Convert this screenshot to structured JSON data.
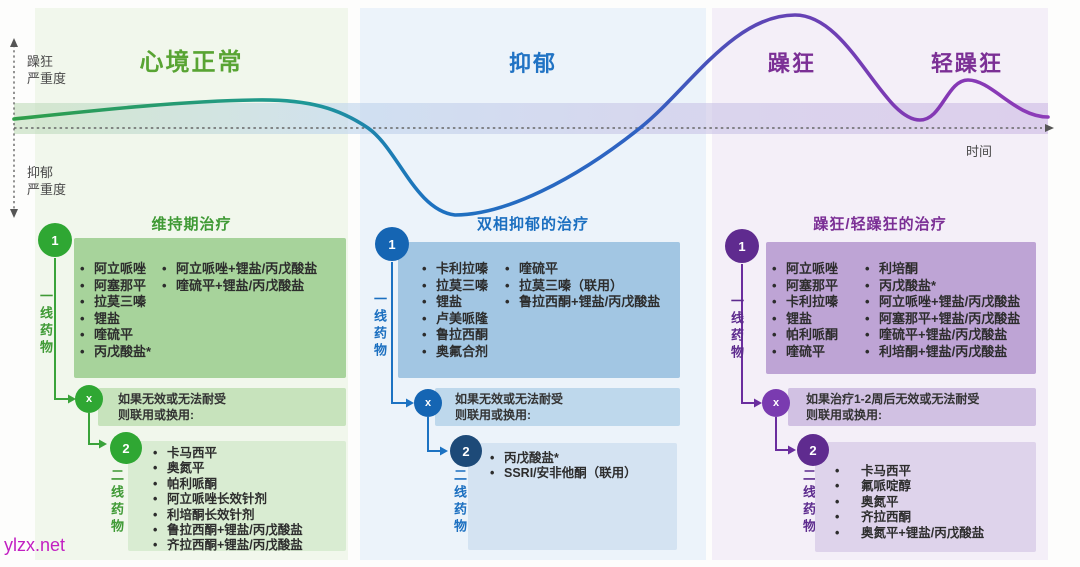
{
  "axis": {
    "y_top_label": [
      "躁狂",
      "严重度"
    ],
    "y_bottom_label": [
      "抑郁",
      "严重度"
    ],
    "x_label": "时间"
  },
  "phases": [
    {
      "label": "心境正常",
      "color": "#58a433"
    },
    {
      "label": "抑郁",
      "color": "#2173c4"
    },
    {
      "label": "躁狂",
      "color": "#7b2f95"
    },
    {
      "label": "轻躁狂",
      "color": "#7b2f95"
    }
  ],
  "columns": [
    {
      "section_title": "维持期治疗",
      "badge_first": "1",
      "badge_switch": "x",
      "badge_second": "2",
      "first_line_label": "一线药物",
      "second_line_label": "二线药物",
      "first_line_col1": [
        "阿立哌唑",
        "阿塞那平",
        "拉莫三嗪",
        "锂盐",
        "喹硫平",
        "丙戊酸盐*"
      ],
      "first_line_col2": [
        "阿立哌唑+锂盐/丙戊酸盐",
        "喹硫平+锂盐/丙戊酸盐"
      ],
      "switch_note": [
        "如果无效或无法耐受",
        "则联用或换用:"
      ],
      "second_line": [
        "卡马西平",
        "奥氮平",
        "帕利哌酮",
        "阿立哌唑长效针剂",
        "利培酮长效针剂",
        "鲁拉西酮+锂盐/丙戊酸盐",
        "齐拉西酮+锂盐/丙戊酸盐"
      ],
      "accent": "#3f9a35"
    },
    {
      "section_title": "双相抑郁的治疗",
      "badge_first": "1",
      "badge_switch": "x",
      "badge_second": "2",
      "first_line_label": "一线药物",
      "second_line_label": "二线药物",
      "first_line_col1": [
        "卡利拉嗪",
        "拉莫三嗪",
        "锂盐",
        "卢美哌隆",
        "鲁拉西酮",
        "奥氟合剂"
      ],
      "first_line_col2": [
        "喹硫平",
        "拉莫三嗪（联用）",
        "鲁拉西酮+锂盐/丙戊酸盐"
      ],
      "switch_note": [
        "如果无效或无法耐受",
        "则联用或换用:"
      ],
      "second_line": [
        "丙戊酸盐*",
        "SSRI/安非他酮（联用）"
      ],
      "accent": "#1b6fc0"
    },
    {
      "section_title": "躁狂/轻躁狂的治疗",
      "badge_first": "1",
      "badge_switch": "x",
      "badge_second": "2",
      "first_line_label": "一线药物",
      "second_line_label": "二线药物",
      "first_line_col1": [
        "阿立哌唑",
        "阿塞那平",
        "卡利拉嗪",
        "锂盐",
        "帕利哌酮",
        "喹硫平"
      ],
      "first_line_col2": [
        "利培酮",
        "丙戊酸盐*",
        "阿立哌唑+锂盐/丙戊酸盐",
        "阿塞那平+锂盐/丙戊酸盐",
        "喹硫平+锂盐/丙戊酸盐",
        "利培酮+锂盐/丙戊酸盐"
      ],
      "switch_note": [
        "如果治疗1-2周后无效或无法耐受",
        "则联用或换用:"
      ],
      "second_line": [
        "卡马西平",
        "氟哌啶醇",
        "奥氮平",
        "齐拉西酮",
        "奥氮平+锂盐/丙戊酸盐"
      ],
      "accent": "#7b2f95"
    }
  ],
  "colors": {
    "panel_green": "#f1f7ec",
    "panel_blue": "#ecf3fa",
    "panel_purple": "#f4eff8",
    "curve_green": "#2f9e48",
    "curve_blue": "#1d72c0",
    "curve_purple": "#8d3cb8",
    "watermark": "#c21fc2"
  },
  "watermark": "ylzx.net"
}
